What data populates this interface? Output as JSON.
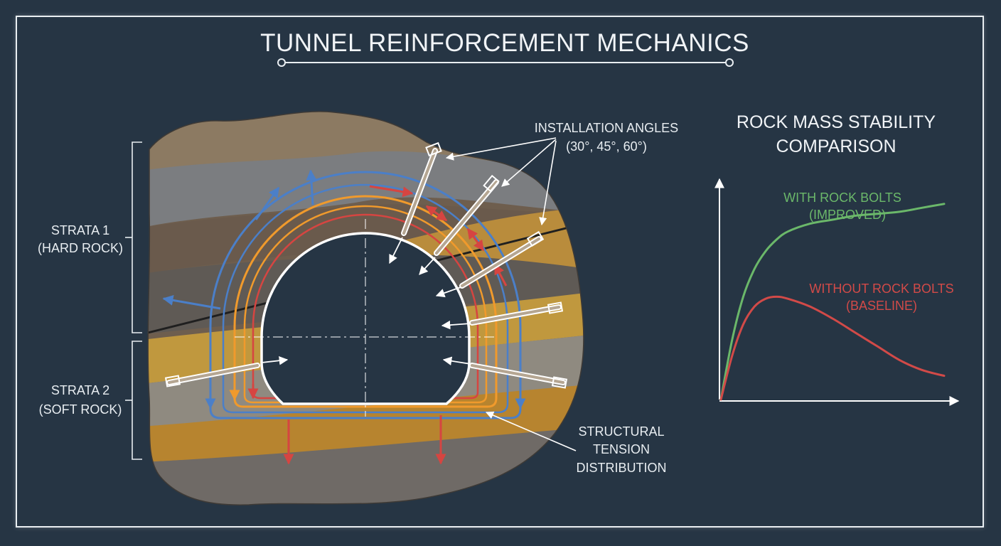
{
  "title": "TUNNEL REINFORCEMENT MECHANICS",
  "strata": [
    {
      "line1": "STRATA 1",
      "line2": "(HARD ROCK)"
    },
    {
      "line1": "STRATA 2",
      "line2": "(SOFT ROCK)"
    }
  ],
  "callouts": {
    "installation": {
      "line1": "INSTALLATION ANGLES",
      "line2": "(30°, 45°, 60°)"
    },
    "tension": {
      "line1": "STRUCTURAL",
      "line2": "TENSION",
      "line3": "DISTRIBUTION"
    }
  },
  "chart": {
    "title_line1": "ROCK MASS STABILITY",
    "title_line2": "COMPARISON"
  },
  "chart_data": {
    "type": "line",
    "title": "ROCK MASS STABILITY COMPARISON",
    "xlabel": "",
    "ylabel": "",
    "axis_ticks": false,
    "series": [
      {
        "name": "WITH ROCK BOLTS (IMPROVED)",
        "label_line1": "WITH ROCK BOLTS",
        "label_line2": "(IMPROVED)",
        "color": "#6bb86a",
        "x": [
          0,
          0.05,
          0.1,
          0.15,
          0.2,
          0.25,
          0.3,
          0.4,
          0.5,
          0.6,
          0.7,
          0.8,
          0.9,
          1.0
        ],
        "y": [
          0,
          0.3,
          0.52,
          0.66,
          0.75,
          0.81,
          0.85,
          0.89,
          0.91,
          0.93,
          0.94,
          0.95,
          0.97,
          0.99
        ]
      },
      {
        "name": "WITHOUT ROCK BOLTS (BASELINE)",
        "label_line1": "WITHOUT ROCK BOLTS",
        "label_line2": "(BASELINE)",
        "color": "#d24a48",
        "x": [
          0,
          0.05,
          0.1,
          0.15,
          0.2,
          0.25,
          0.3,
          0.4,
          0.5,
          0.6,
          0.7,
          0.8,
          0.9,
          1.0
        ],
        "y": [
          0,
          0.22,
          0.38,
          0.47,
          0.51,
          0.52,
          0.51,
          0.47,
          0.41,
          0.34,
          0.27,
          0.2,
          0.15,
          0.12
        ]
      }
    ],
    "xlim": [
      0,
      1
    ],
    "ylim": [
      0,
      1
    ]
  },
  "colors": {
    "background": "#263544",
    "tension_blue": "#4b7fc8",
    "tension_orange": "#f09a2c",
    "tension_red": "#d64541",
    "outline": "#ffffff"
  }
}
